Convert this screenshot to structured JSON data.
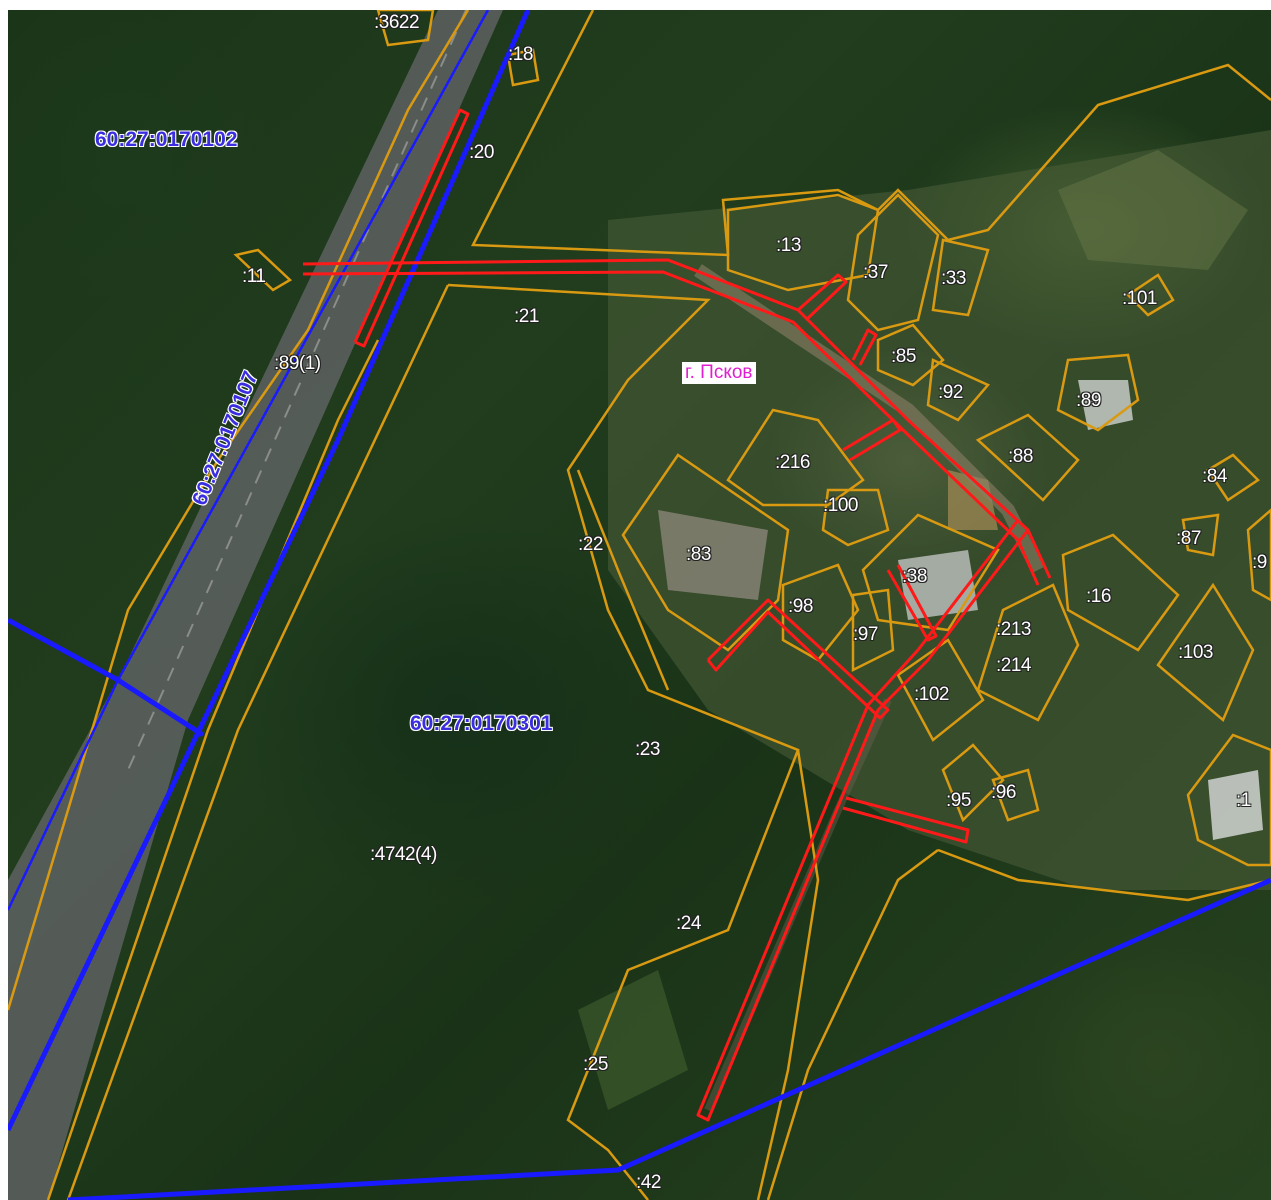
{
  "map": {
    "city_label": "г. Псков",
    "quarters": {
      "q102": "60:27:0170102",
      "q107": "60:27:0170107",
      "q301": "60:27:0170301"
    },
    "parcels": {
      "p3622": ":3622",
      "p18": ":18",
      "p20": ":20",
      "p11": ":11",
      "p13": ":13",
      "p37": ":37",
      "p33": ":33",
      "p101": ":101",
      "p21": ":21",
      "p89_1": ":89(1)",
      "p85": ":85",
      "p92": ":92",
      "p89": ":89",
      "p88": ":88",
      "p216": ":216",
      "p84": ":84",
      "p100": ":100",
      "p87": ":87",
      "p22": ":22",
      "p83": ":83",
      "p38": ":38",
      "p16": ":16",
      "p98": ":98",
      "p97": ":97",
      "p213": ":213",
      "p214": ":214",
      "p103": ":103",
      "p102": ":102",
      "p23": ":23",
      "p95": ":95",
      "p96": ":96",
      "p1": ":1",
      "p4742": ":4742(4)",
      "p24": ":24",
      "p25": ":25",
      "p42": ":42",
      "p9": ":9"
    },
    "colors": {
      "parcel_border": "#d99a12",
      "quarter_border": "#1a1aff",
      "planned_route": "#ff1a1a",
      "quarter_text": "#3a2ee0",
      "city_text": "#e020d0"
    }
  }
}
